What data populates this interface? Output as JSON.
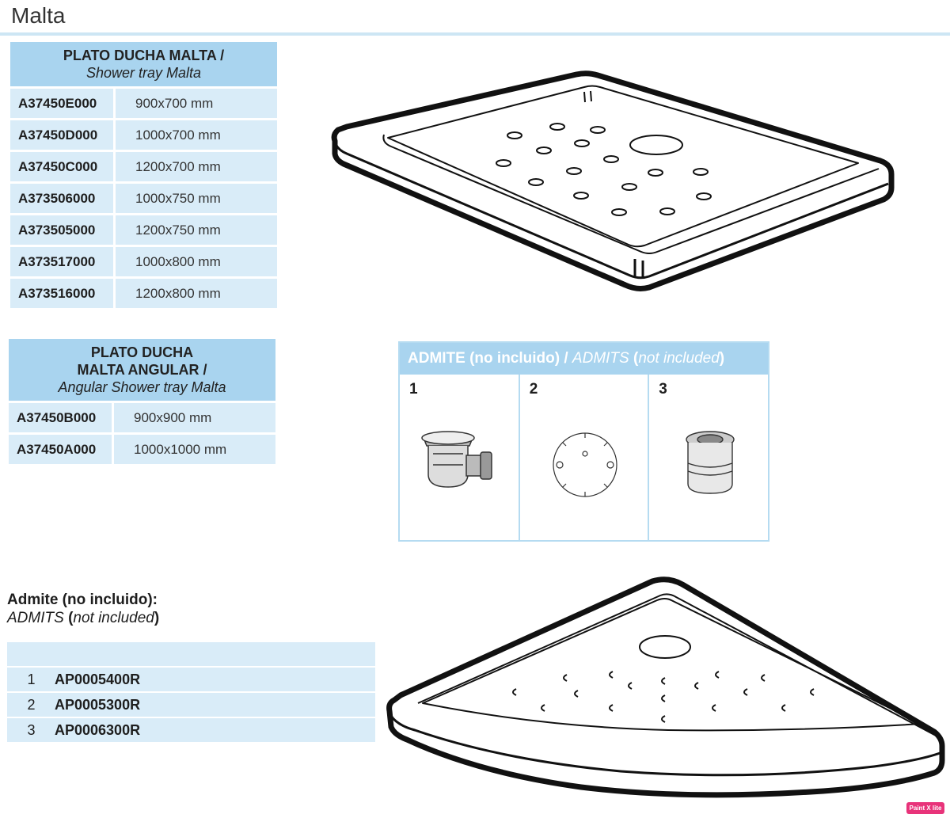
{
  "page": {
    "title": "Malta"
  },
  "table_malta": {
    "header": "PLATO DUCHA MALTA /",
    "subheader": "Shower tray Malta",
    "rows": [
      {
        "code": "A37450E000",
        "size": "900x700 mm"
      },
      {
        "code": "A37450D000",
        "size": "1000x700 mm"
      },
      {
        "code": "A37450C000",
        "size": "1200x700 mm"
      },
      {
        "code": "A373506000",
        "size": "1000x750 mm"
      },
      {
        "code": "A373505000",
        "size": "1200x750 mm"
      },
      {
        "code": "A373517000",
        "size": "1000x800 mm"
      },
      {
        "code": "A373516000",
        "size": "1200x800 mm"
      }
    ]
  },
  "table_angular": {
    "header_line1": "PLATO DUCHA",
    "header_line2": "MALTA ANGULAR /",
    "subheader": "Angular Shower tray Malta",
    "rows": [
      {
        "code": "A37450B000",
        "size": "900x900 mm"
      },
      {
        "code": "A37450A000",
        "size": "1000x1000 mm"
      }
    ]
  },
  "admits_box": {
    "title_es": "ADMITE (no incluido) / ",
    "title_en_a": "ADMITS ",
    "title_en_b": "(",
    "title_en_c": "not included",
    "title_en_d": ")",
    "items": [
      "1",
      "2",
      "3"
    ]
  },
  "admite_label": {
    "line1": "Admite (no incluido):",
    "line2_a": "ADMITS ",
    "line2_b": "(",
    "line2_c": "not included",
    "line2_d": ")"
  },
  "accessories": [
    {
      "num": "1",
      "code": "AP0005400R"
    },
    {
      "num": "2",
      "code": "AP0005300R"
    },
    {
      "num": "3",
      "code": "AP0006300R"
    }
  ],
  "badge": "Paint X lite",
  "colors": {
    "header_blue": "#a9d4ef",
    "cell_blue": "#d9ecf8",
    "rule_blue": "#cde6f4",
    "badge": "#e8337a"
  }
}
